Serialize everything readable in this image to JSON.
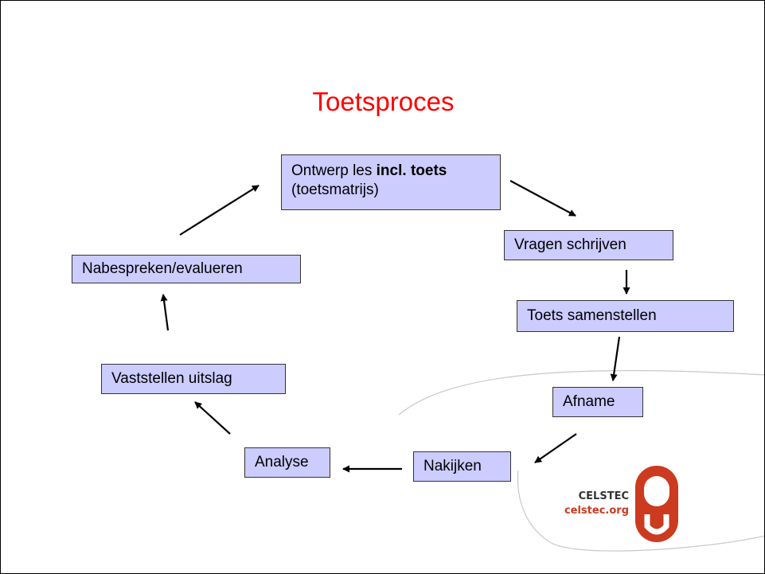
{
  "title": "Toetsproces",
  "steps": {
    "ontwerp_line1_plain": "Ontwerp les ",
    "ontwerp_line1_bold": "incl. toets",
    "ontwerp_line2": "(toetsmatrijs)",
    "vragen": "Vragen schrijven",
    "samenstellen": "Toets samenstellen",
    "afname": "Afname",
    "nakijken": "Nakijken",
    "analyse": "Analyse",
    "vaststellen": "Vaststellen uitslag",
    "nabespreken": "Nabespreken/evalueren"
  },
  "logo": {
    "name": "CELSTEC",
    "url": "celstec.org",
    "accent_color": "#cc3a1f"
  },
  "colors": {
    "title": "#ff0000",
    "box_fill": "#ccccff",
    "box_border": "#333333"
  }
}
